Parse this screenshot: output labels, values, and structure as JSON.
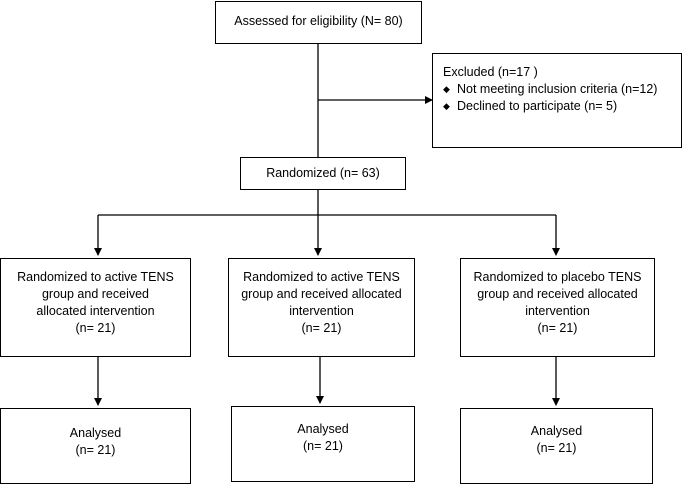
{
  "eligibility": {
    "text": "Assessed for eligibility (N= 80)"
  },
  "excluded": {
    "title": "Excluded (n=17   )",
    "items": [
      {
        "bullet": "◆",
        "text": "Not meeting inclusion criteria (n=12)"
      },
      {
        "bullet": "◆",
        "text": "Declined to participate (n= 5)"
      }
    ]
  },
  "randomized": {
    "text": "Randomized (n= 63)"
  },
  "groups": [
    {
      "lines": [
        "Randomized to active TENS",
        "group and received",
        "allocated intervention",
        "(n= 21)"
      ]
    },
    {
      "lines": [
        "Randomized to active TENS",
        "group and received allocated",
        "intervention",
        "(n= 21)"
      ]
    },
    {
      "lines": [
        "Randomized to placebo TENS",
        "group and received allocated",
        "intervention",
        "(n= 21)"
      ]
    }
  ],
  "analysed": [
    {
      "label": "Analysed",
      "count": "(n= 21)"
    },
    {
      "label": "Analysed",
      "count": "(n= 21)"
    },
    {
      "label": "Analysed",
      "count": "(n= 21)"
    }
  ],
  "colors": {
    "stroke": "#000000",
    "background": "#ffffff"
  }
}
